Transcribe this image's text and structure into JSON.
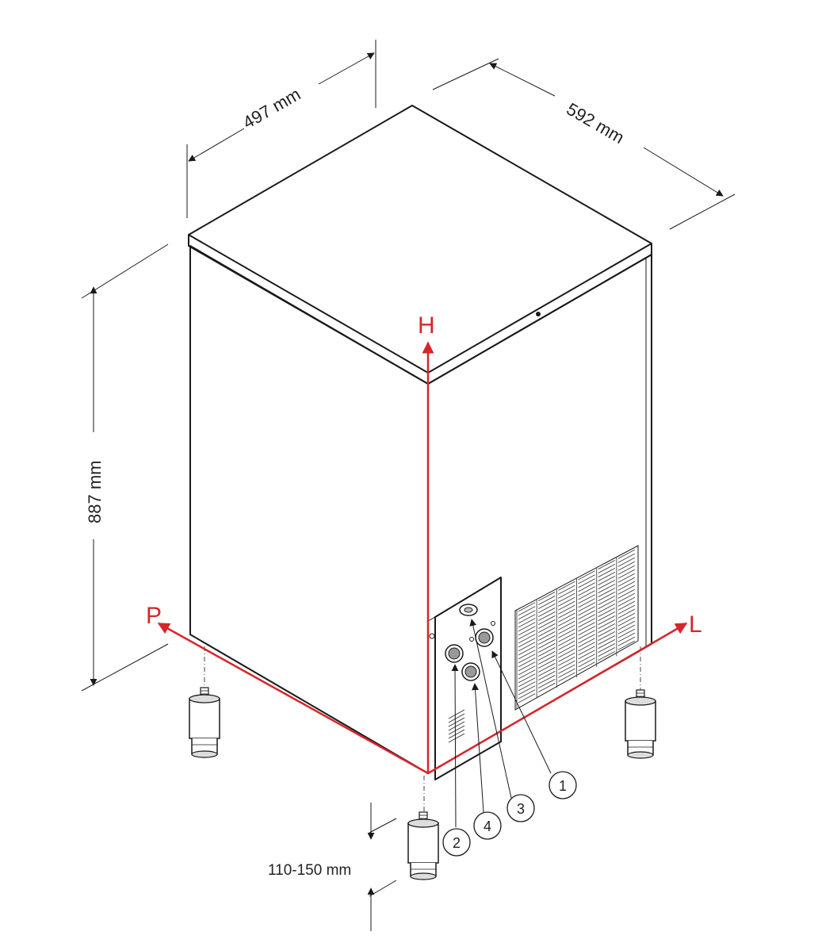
{
  "dimensions": {
    "width": "497 mm",
    "depth": "592 mm",
    "height": "887 mm",
    "feet_adjust": "110-150 mm"
  },
  "axes": {
    "height": "H",
    "width": "P",
    "length": "L"
  },
  "callouts": [
    "1",
    "2",
    "3",
    "4"
  ],
  "colors": {
    "axis_red": "#d6262b",
    "line": "#1a1a1a"
  }
}
